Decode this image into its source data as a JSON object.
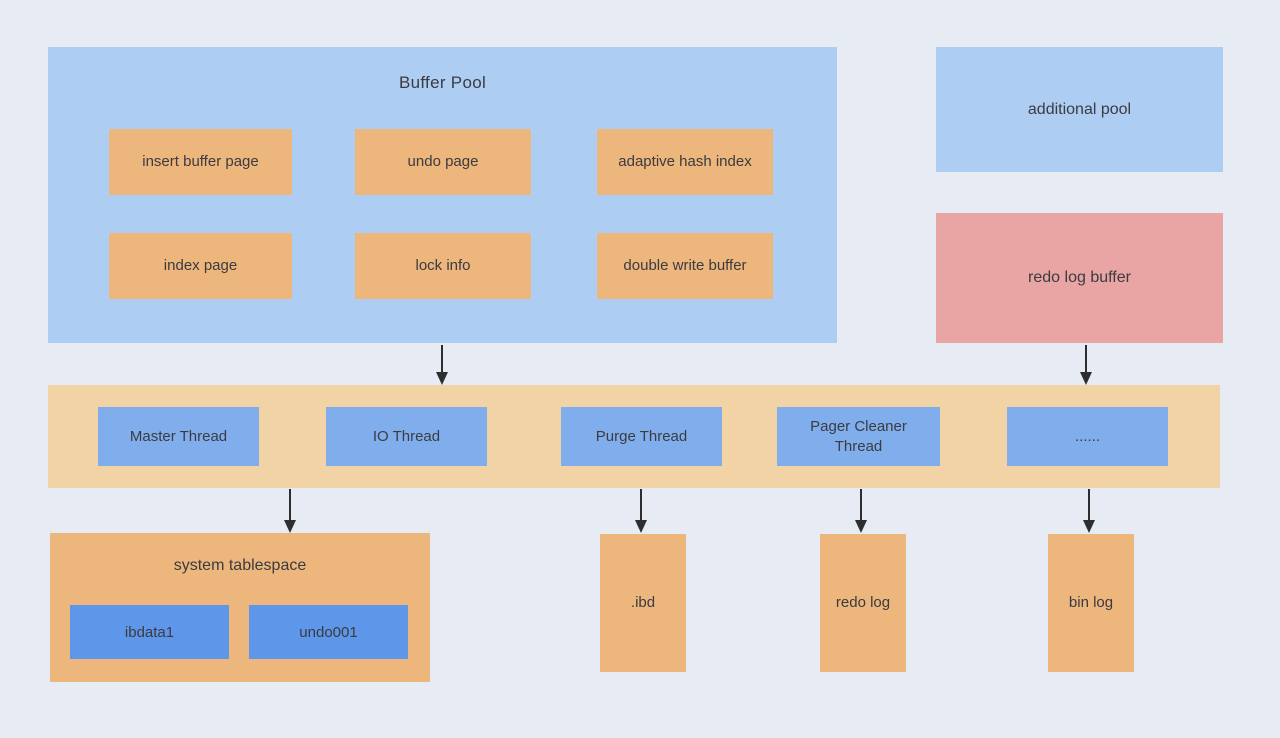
{
  "colors": {
    "background": "#e6ebf4",
    "light_blue": "#aecdf3",
    "orange": "#ecb67d",
    "band_orange": "#f2d3a5",
    "medium_blue": "#80aeec",
    "deep_blue": "#5e96ea",
    "pink": "#e9a4a4",
    "text": "#3b3b40",
    "arrow": "#2e2e2e"
  },
  "buffer_pool": {
    "title": "Buffer Pool",
    "cells": [
      "insert buffer page",
      "undo page",
      "adaptive hash index",
      "index page",
      "lock info",
      "double write buffer"
    ]
  },
  "additional_pool": {
    "label": "additional pool"
  },
  "redo_log_buffer": {
    "label": "redo log buffer"
  },
  "thread_band": {
    "threads": [
      "Master Thread",
      "IO Thread",
      "Purge Thread",
      "Pager Cleaner Thread",
      "......"
    ]
  },
  "system_tablespace": {
    "title": "system tablespace",
    "files": [
      "ibdata1",
      "undo001"
    ]
  },
  "disk_files": [
    ".ibd",
    "redo log",
    "bin log"
  ]
}
